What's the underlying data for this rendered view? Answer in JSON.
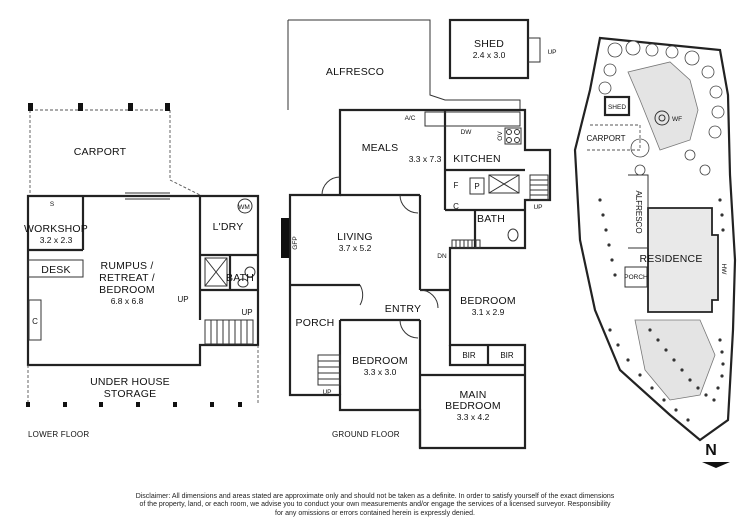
{
  "lower_floor": {
    "caption": "LOWER FLOOR",
    "carport": "CARPORT",
    "workshop": {
      "name": "WORKSHOP",
      "dim": "3.2 x 2.3"
    },
    "desk": "DESK",
    "c_label": "C",
    "s_label": "S",
    "rumpus": {
      "line1": "RUMPUS /",
      "line2": "RETREAT /",
      "line3": "BEDROOM",
      "dim": "6.8 x 6.8"
    },
    "laundry": "L'DRY",
    "wm": "WM",
    "bath": "BATH",
    "up1": "UP",
    "up2": "UP",
    "under_house": {
      "line1": "UNDER HOUSE",
      "line2": "STORAGE"
    }
  },
  "ground_floor": {
    "caption": "GROUND FLOOR",
    "shed": {
      "name": "SHED",
      "dim": "2.4 x 3.0",
      "up": "UP"
    },
    "alfresco": "ALFRESCO",
    "ac": "A/C",
    "dw": "DW",
    "ov": "OV",
    "meals": {
      "name": "MEALS",
      "dim": "3.3 x 7.3"
    },
    "kitchen": "KITCHEN",
    "f": "F",
    "p": "P",
    "c": "C",
    "bath": "BATH",
    "up_right": "UP",
    "living": {
      "name": "LIVING",
      "dim": "3.7 x 5.2"
    },
    "gfp": "GFP",
    "dn": "DN",
    "bedroom1": {
      "name": "BEDROOM",
      "dim": "3.1 x 2.9"
    },
    "entry": "ENTRY",
    "porch": "PORCH",
    "bir1": "BIR",
    "bir2": "BIR",
    "bedroom2": {
      "name": "BEDROOM",
      "dim": "3.3 x 3.0"
    },
    "up_porch": "UP",
    "main_bedroom": {
      "line1": "MAIN",
      "line2": "BEDROOM",
      "dim": "3.3 x 4.2"
    }
  },
  "site_plan": {
    "shed": "SHED",
    "wf": "WF",
    "carport": "CARPORT",
    "alfresco": "ALFRESCO",
    "residence": "RESIDENCE",
    "porch": "PORCH",
    "hw": "HW"
  },
  "north": "N",
  "disclaimer": {
    "line1": "Disclaimer: All dimensions and areas stated are approximate only and should not be taken as a definite. In order to satisfy yourself of the exact dimensions",
    "line2": "of the property, land, or each room, we advise you to conduct your own measurements and/or engage the services of a licensed surveyor. Responsibility",
    "line3": "for any omissions or errors contained herein is expressly denied."
  }
}
